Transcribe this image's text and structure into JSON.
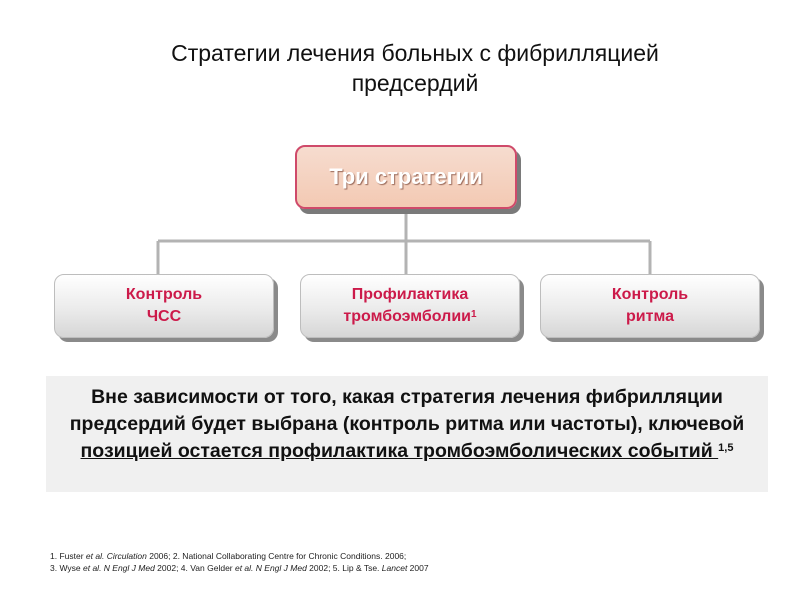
{
  "title": {
    "line1": "Стратегии лечения больных с фибрилляцией",
    "line2": "предсердий"
  },
  "top_box": {
    "label": "Три стратегии"
  },
  "boxes": [
    {
      "line1": "Контроль",
      "line2": "ЧСС"
    },
    {
      "line1": "Профилактика",
      "line2": "тромбоэмболии",
      "sup": "1"
    },
    {
      "line1": "Контроль",
      "line2": "ритма"
    }
  ],
  "statement": {
    "part1": "Вне зависимости от того, какая стратегия лечения фибрилляции предсердий будет выбрана (контроль ритма или частоты), ключевой ",
    "underlined": "позицией остается профилактика тромбоэмболических событий ",
    "sup": "1,5"
  },
  "references": {
    "line1": [
      {
        "t": "1. Fuster ",
        "i": false
      },
      {
        "t": "et al. Circulation ",
        "i": true
      },
      {
        "t": "2006; 2. National Collaborating Centre for Chronic Conditions. 2006;",
        "i": false
      }
    ],
    "line2": [
      {
        "t": "3. Wyse ",
        "i": false
      },
      {
        "t": "et al. N Engl J Med ",
        "i": true
      },
      {
        "t": "2002; 4. Van Gelder ",
        "i": false
      },
      {
        "t": "et al. N Engl J Med ",
        "i": true
      },
      {
        "t": "2002; 5. Lip & Tse. ",
        "i": false
      },
      {
        "t": "Lancet ",
        "i": true
      },
      {
        "t": "2007",
        "i": false
      }
    ]
  },
  "colors": {
    "accent_text": "#cc1a4a",
    "top_box_border": "#cf4a6a",
    "top_box_fill": "#f3c9b3",
    "connector": "#b3b3b3"
  }
}
